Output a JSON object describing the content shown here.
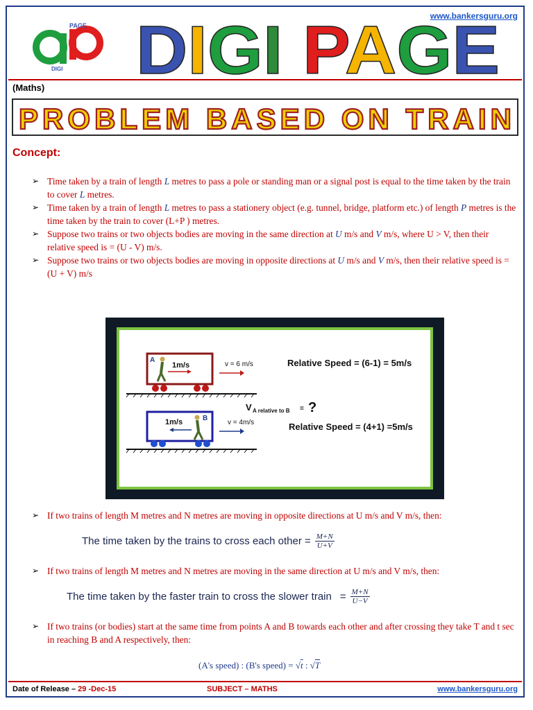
{
  "header": {
    "site_link": "www.bankersguru.org",
    "logo_text": "PAGE",
    "logo_sub": "DIGI",
    "title": "DIGI PAGE",
    "subject_tag": "(Maths)",
    "banner": "PROBLEM BASED ON TRAIN"
  },
  "colors": {
    "accent_red": "#c00000",
    "accent_blue": "#1f3a8a",
    "title_d": "#3a53b0",
    "title_i": "#f4b400",
    "title_g": "#1e9e3e",
    "title_i2": "#2e8b3a",
    "title_p": "#e01e1e",
    "title_a": "#f4b400",
    "title_g2": "#1e9e3e",
    "title_e": "#3a53b0"
  },
  "concept": {
    "heading": "Concept:",
    "bullets": [
      {
        "pre": "Time taken by a train of length ",
        "v1": "L",
        "mid": " metres to pass a pole or standing man or a signal post is equal to the time taken by the train to cover ",
        "v2": "L",
        "post": " metres."
      },
      {
        "pre": "Time taken by a train of length ",
        "v1": "L",
        "mid": " metres to pass a stationery object (e.g. tunnel, bridge, platform etc.) of length ",
        "v2": "P",
        "post": " metres is the time taken by the train to cover (L+P ) metres."
      },
      {
        "pre": "Suppose two trains or two objects bodies are moving in the same direction at ",
        "v1": "U",
        "mid": " m/s and ",
        "v2": "V",
        "post": " m/s, where U > V, then their relative speed is = (U - V) m/s."
      },
      {
        "pre": "Suppose two trains or two objects bodies are moving in opposite directions at ",
        "v1": "U",
        "mid": " m/s and ",
        "v2": "V",
        "post": " m/s, then their relative speed is = (U + V) m/s"
      }
    ]
  },
  "diagram": {
    "car_a_label": "A",
    "car_a_speed": "1m/s",
    "train_a_speed": "v = 6 m/s",
    "rel_a": "Relative Speed = (6-1) = 5m/s",
    "v_label": "V",
    "v_sub": "A relative to B",
    "v_eq": "=",
    "question": "?",
    "car_b_label": "B",
    "car_b_speed": "1m/s",
    "train_b_speed": "v  = 4m/s",
    "rel_b": "Relative Speed = (4+1) =5m/s"
  },
  "rules": [
    {
      "text": "If two trains of length M metres and N metres are moving in opposite directions at U m/s and V m/s, then:",
      "formula": "The time taken by the trains to cross each other =",
      "num": "M+N",
      "den": "U+V"
    },
    {
      "text": "If two trains of length M metres and N metres are moving in the same direction at U m/s and V m/s, then:",
      "formula": "The time taken by the faster train to cross the slower train",
      "num": "M+N",
      "den": "U−V"
    },
    {
      "text": "If two trains (or bodies) start at the same time from points A and B towards each other and after crossing they take T and t sec in reaching B and A respectively, then:"
    }
  ],
  "ratio": {
    "lhs": "(A's speed) : (B's speed) =",
    "r1": "t",
    "sep": ":",
    "r2": "T"
  },
  "footer": {
    "release_label": "Date of Release –",
    "release_date": "29 -Dec-15",
    "subject": "SUBJECT – MATHS",
    "site_link": "www.bankersguru.org"
  }
}
